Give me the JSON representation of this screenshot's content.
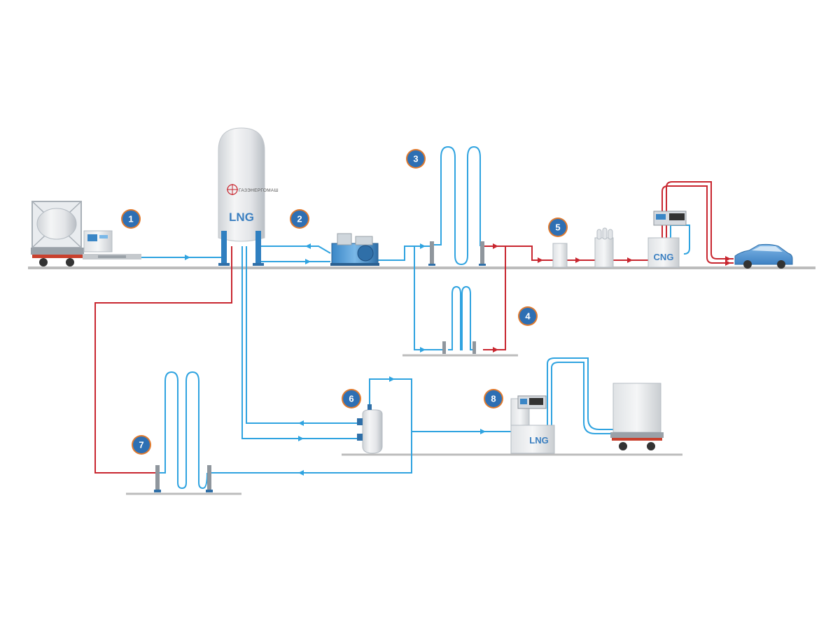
{
  "colors": {
    "cold_line": "#2fa3e0",
    "warm_line": "#c8262f",
    "badge_fill": "#2e6fb3",
    "badge_ring": "#e07a2e",
    "ground": "#bcbcbc",
    "label_blue": "#3b7fc0"
  },
  "diagram": {
    "tank_label": "LNG",
    "tank_brand": "ГАЗЭНЕРГОМАШ",
    "cng_dispenser_label": "CNG",
    "lng_dispenser_label": "LNG",
    "badges": [
      "1",
      "2",
      "3",
      "4",
      "5",
      "6",
      "7",
      "8"
    ]
  }
}
